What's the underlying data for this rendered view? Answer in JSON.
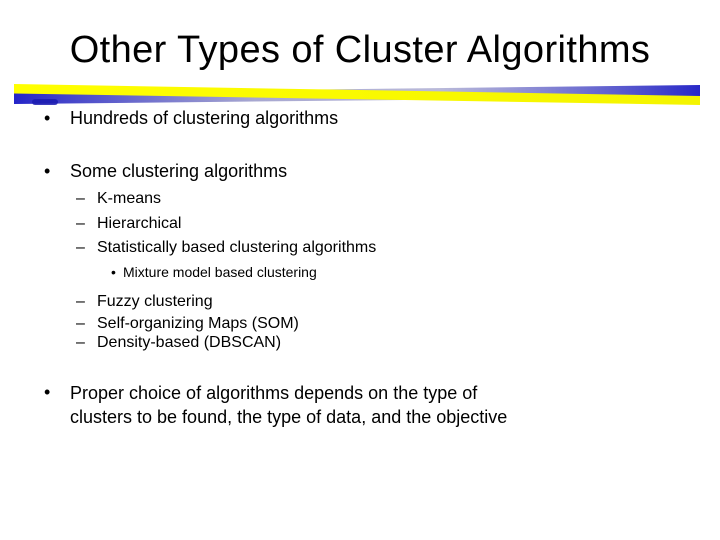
{
  "slide": {
    "title": "Other Types of Cluster Algorithms",
    "background": "#FFFFFF",
    "text_color": "#000000",
    "divider_colors": {
      "yellow": "#FFFF00",
      "blue": "#3232C8",
      "blue_faded": "#A0A0CC",
      "navy_blob": "#1B1BB0"
    },
    "bullets": [
      {
        "level": 1,
        "marker": "•",
        "text": "Hundreds of clustering algorithms"
      },
      {
        "level": 1,
        "marker": "•",
        "text": "Some clustering algorithms"
      },
      {
        "level": 2,
        "marker": "–",
        "text": "K-means"
      },
      {
        "level": 2,
        "marker": "–",
        "text": "Hierarchical"
      },
      {
        "level": 2,
        "marker": "–",
        "text": "Statistically based clustering algorithms"
      },
      {
        "level": 3,
        "marker": "•",
        "text": "Mixture model based clustering"
      },
      {
        "level": 2,
        "marker": "–",
        "text": "Fuzzy clustering"
      },
      {
        "level": 2,
        "marker": "–",
        "text": "Self-organizing Maps (SOM)"
      },
      {
        "level": 2,
        "marker": "–",
        "text": "Density-based (DBSCAN)"
      },
      {
        "level": 1,
        "marker": "•",
        "text_lines": [
          "Proper choice of algorithms depends on the type of",
          "clusters to be found, the type of data, and the objective"
        ]
      }
    ]
  }
}
